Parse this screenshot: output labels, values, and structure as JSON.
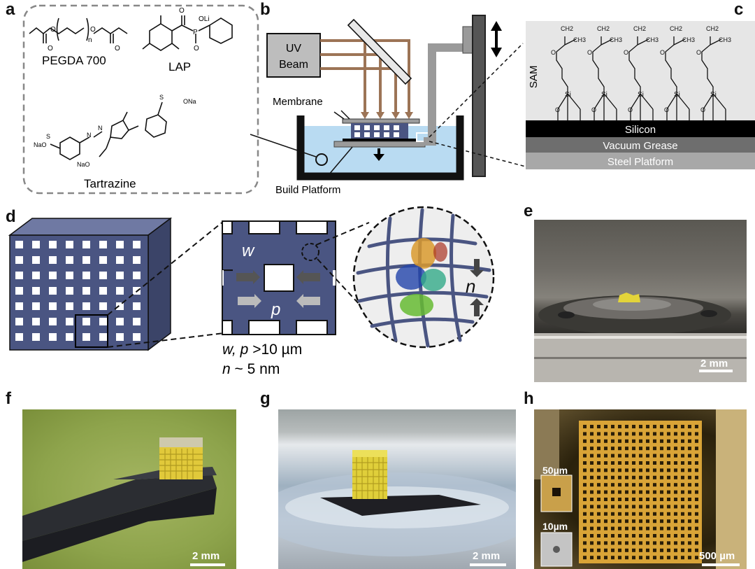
{
  "panels": {
    "a": {
      "letter": "a",
      "pegda_label": "PEGDA 700",
      "lap_label": "LAP",
      "tartrazine_label": "Tartrazine",
      "n_sub": "n",
      "oli": "OLi",
      "p": "P",
      "naO": "NaO",
      "ona": "ONa",
      "s": "S",
      "naO2": "NaO",
      "n1": "N",
      "n2": "N"
    },
    "b": {
      "letter": "b",
      "uv_line1": "UV",
      "uv_line2": "Beam",
      "membrane": "Membrane",
      "build_platform": "Build Platform"
    },
    "c": {
      "letter": "c",
      "sam": "SAM",
      "silicon": "Silicon",
      "vacuum_grease": "Vacuum Grease",
      "steel_platform": "Steel Platform",
      "ch2": "CH",
      "ch3": "CH",
      "sub2": "2",
      "sub3": "3",
      "si": "Si",
      "o": "O"
    },
    "d": {
      "letter": "d",
      "w": "w",
      "p": "p",
      "n": "n",
      "line1_vars": "w, p",
      "line1_rest": " >10 µm",
      "line2_var": "n",
      "line2_rest": " ~ 5 nm"
    },
    "e": {
      "letter": "e",
      "scale": "2 mm"
    },
    "f": {
      "letter": "f",
      "scale": "2 mm"
    },
    "g": {
      "letter": "g",
      "scale": "2 mm"
    },
    "h": {
      "letter": "h",
      "scale": "500 µm",
      "inset1": "50µm",
      "inset2": "10µm"
    }
  },
  "colors": {
    "lattice": "#4a5582",
    "water": "#b9dbf2",
    "beam": "#9c7456",
    "gray_box": "#bdbdbd",
    "silicon": "#000000",
    "grease": "#6e6e6e",
    "steel": "#a8a8a8",
    "sam_bg": "#e6e6e6",
    "resin": "#e3d43a"
  }
}
